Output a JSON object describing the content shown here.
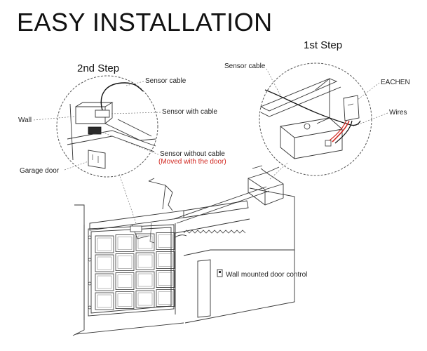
{
  "title": "EASY INSTALLATION",
  "steps": {
    "step1": "1st Step",
    "step2": "2nd Step"
  },
  "labels": {
    "sensor_cable_step2": "Sensor cable",
    "sensor_with_cable": "Sensor with cable",
    "wall": "Wall",
    "sensor_without_cable": "Sensor without cable",
    "moved_with_door": "(Moved with the door)",
    "garage_door": "Garage door",
    "sensor_cable_step1": "Sensor cable",
    "eachen": "EACHEN",
    "wires": "Wires",
    "wall_control": "Wall mounted door control"
  },
  "colors": {
    "accent_red": "#d1261f",
    "wire_red": "#d1261f",
    "wire_black": "#111111"
  }
}
